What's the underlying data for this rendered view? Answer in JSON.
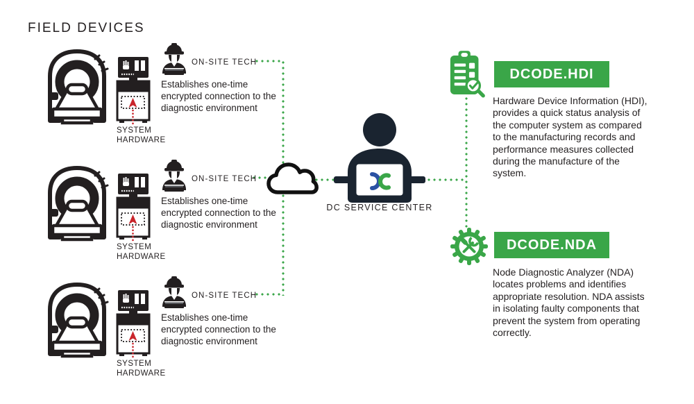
{
  "title": "FIELD DEVICES",
  "colors": {
    "green": "#3aa648",
    "dark": "#231f20",
    "red": "#c9252b",
    "logo_blue": "#2b51a3",
    "navy": "#1a2430",
    "white": "#ffffff"
  },
  "rows": [
    {
      "tech_label": "ON-SITE TECH",
      "description": "Establishes one-time encrypted connection to the diagnostic environment",
      "hardware_label": "SYSTEM HARDWARE"
    },
    {
      "tech_label": "ON-SITE TECH",
      "description": "Establishes one-time encrypted connection to the diagnostic environment",
      "hardware_label": "SYSTEM HARDWARE"
    },
    {
      "tech_label": "ON-SITE TECH",
      "description": "Establishes one-time encrypted connection to the diagnostic environment",
      "hardware_label": "SYSTEM HARDWARE"
    }
  ],
  "service_center": {
    "label": "DC SERVICE CENTER"
  },
  "modules": {
    "hdi": {
      "title": "DCODE.HDI",
      "description": "Hardware Device Information (HDI), provides a quick status analysis of the computer system as compared to the manufacturing records and performance measures collected during the manufacture of the system."
    },
    "nda": {
      "title": "DCODE.NDA",
      "description": "Node Diagnostic Analyzer (NDA) locates problems and identifies appropriate resolution. NDA assists in isolating faulty components that prevent the system from operating correctly."
    }
  },
  "icons": {
    "scanner": "mri-scanner-icon",
    "hardware": "system-hardware-tower-icon",
    "tech": "onsite-tech-icon",
    "network": "cloud-icon",
    "service_center": "support-agent-laptop-icon",
    "hdi": "clipboard-check-magnifier-icon",
    "nda": "gear-tools-icon"
  }
}
